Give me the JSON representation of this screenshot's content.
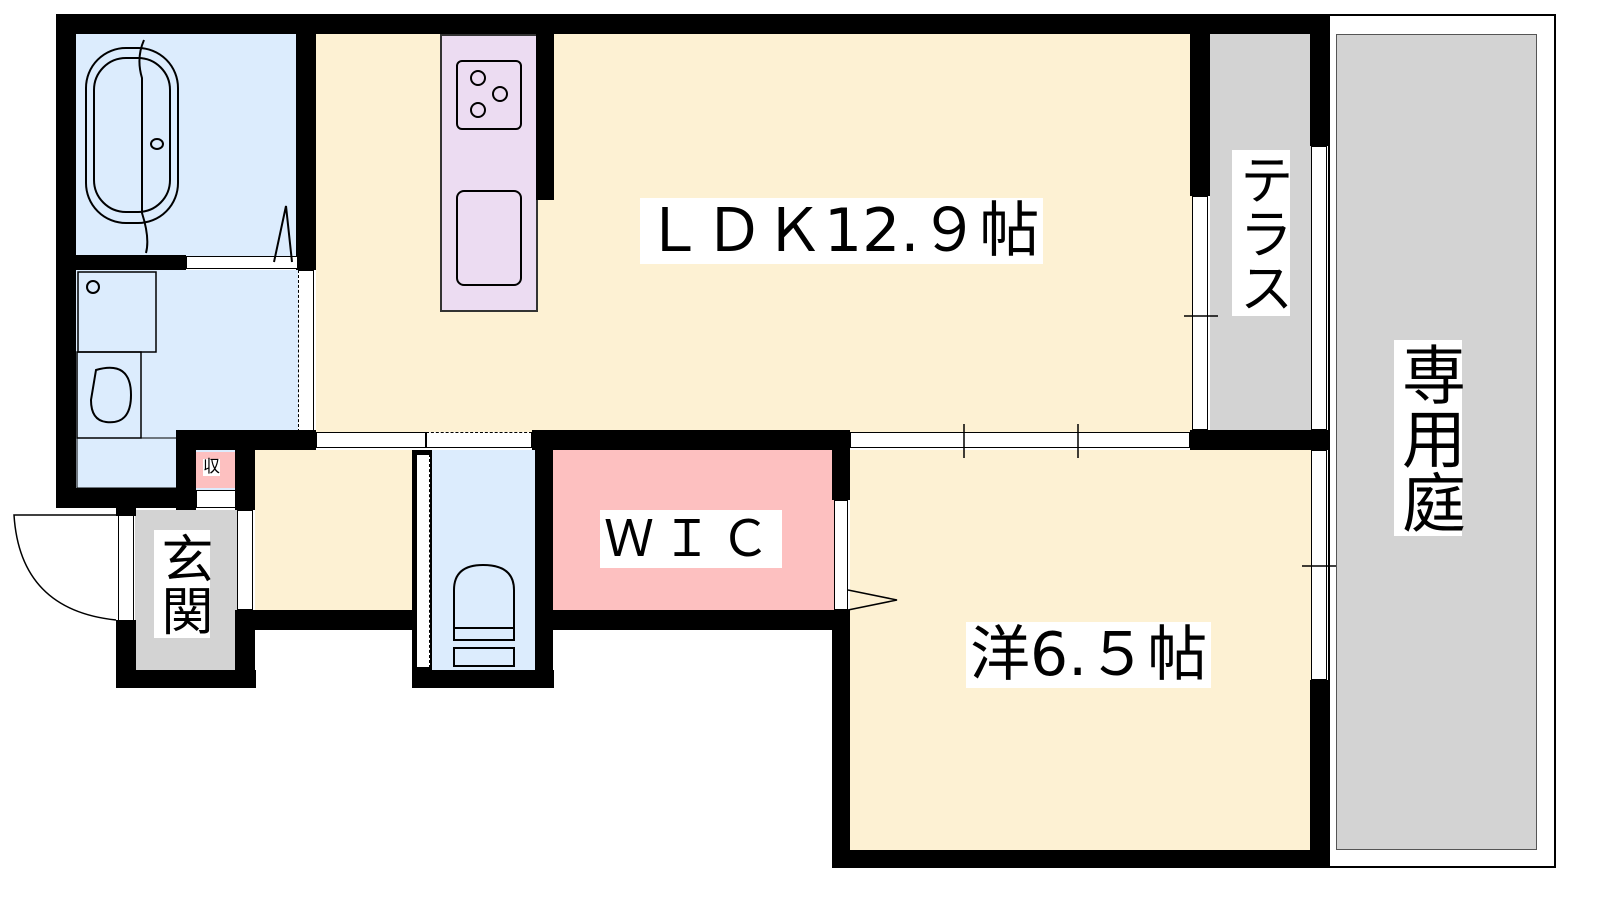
{
  "rooms": {
    "ldk": "ＬＤＫ12.９帖",
    "western": "洋6.５帖",
    "wic": "ＷＩＣ",
    "entrance": "玄関",
    "storage": "収",
    "terrace": "テラス",
    "garden": "専用庭"
  },
  "colors": {
    "living": "#fdf1d3",
    "water": "#dcecfd",
    "closet": "#fdc0c0",
    "outdoor": "#d3d3d3",
    "kitchen": "#ecdcf2",
    "wall": "#000000"
  }
}
